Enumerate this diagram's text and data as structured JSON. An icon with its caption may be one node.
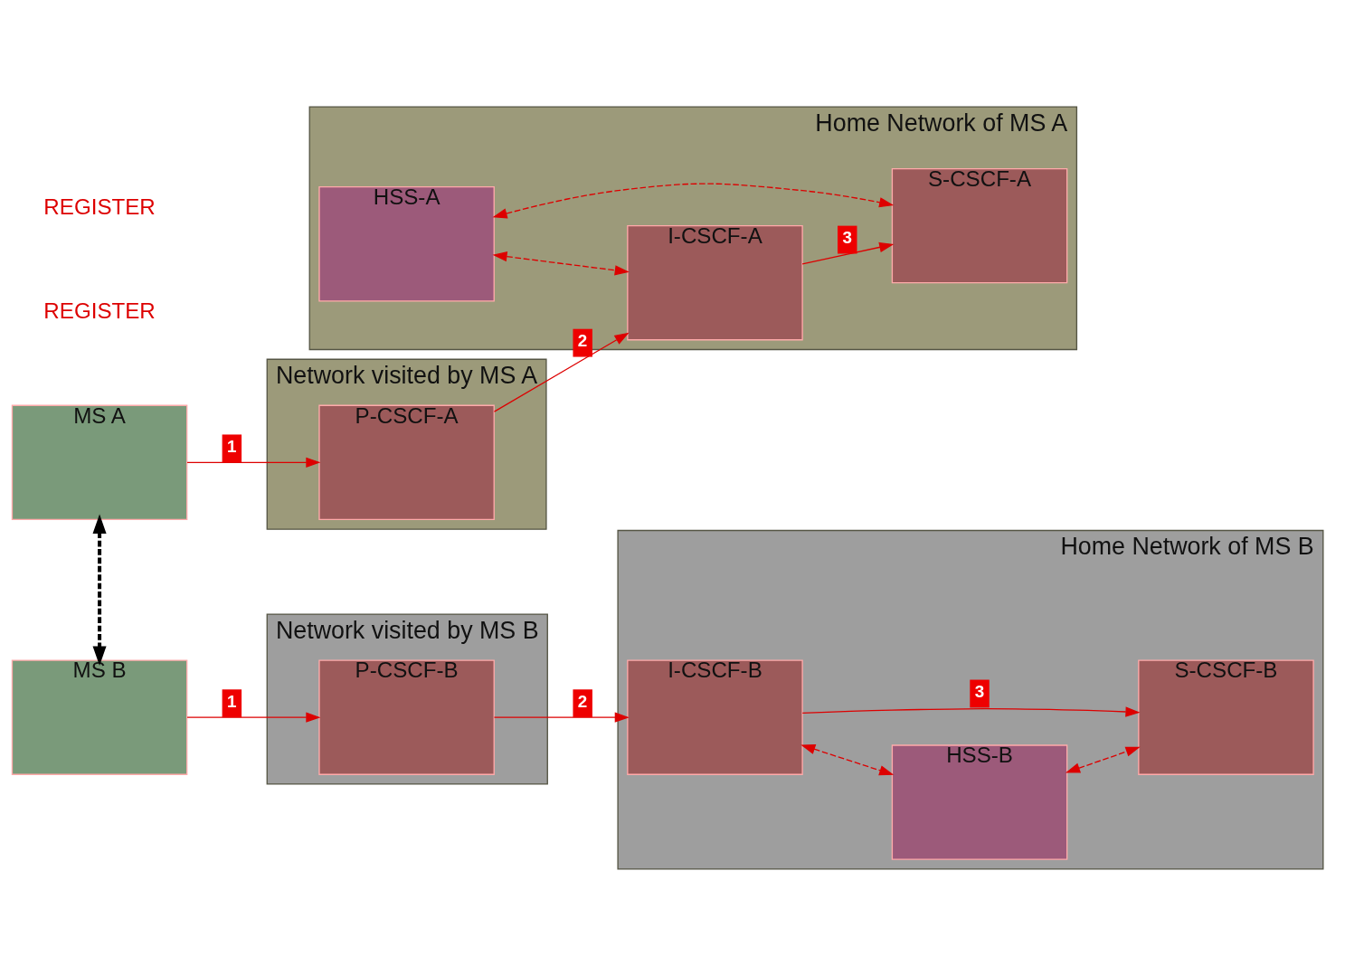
{
  "diagram": {
    "nodes": [
      {
        "text": [
          "Home Network of MS A"
        ]
      },
      {
        "text": [
          "HSS-A"
        ],
        "in": 0
      },
      {
        "text": [
          "I-CSCF-A"
        ],
        "in": 0
      },
      {
        "text": [
          "S-CSCF-A"
        ],
        "in": 0
      },
      {
        "text": [
          "Home Network of MS B"
        ]
      },
      {
        "text": [
          "I-CSCF-B"
        ],
        "in": 4
      },
      {
        "text": [
          "HSS-B"
        ],
        "in": 4
      },
      {
        "text": [
          "S-CSCF-B"
        ],
        "in": 4
      },
      {
        "text": [
          "MS A"
        ]
      },
      {
        "text": [
          "Network visited by MS A"
        ]
      },
      {
        "text": [
          "P-CSCF-A"
        ],
        "in": 9
      },
      {
        "text": [
          "Network visited by MS B"
        ]
      },
      {
        "text": [
          "P-CSCF-B"
        ],
        "in": 11
      },
      {
        "text": [
          "MS B"
        ]
      }
    ],
    "edges": [
      {
        "from": 1,
        "to": 2,
        "arrow": "both",
        "style": "dashed"
      },
      {
        "from": 1,
        "to": 3,
        "arrow": "both",
        "style": "dashed"
      },
      {
        "from": 2,
        "to": 3,
        "arrow": "to",
        "label": "3"
      },
      {
        "from": 10,
        "to": 2,
        "arrow": "to",
        "label": "2"
      },
      {
        "from": 8,
        "to": 10,
        "arrow": "to",
        "label": "1"
      },
      {
        "from": 5,
        "to": 6,
        "arrow": "both",
        "style": "dashed"
      },
      {
        "from": 6,
        "to": 7,
        "arrow": "both",
        "style": "dashed"
      },
      {
        "from": 5,
        "to": 7,
        "arrow": "to",
        "label": "3"
      },
      {
        "from": 12,
        "to": 5,
        "arrow": "to",
        "label": "2"
      },
      {
        "from": 13,
        "to": 12,
        "arrow": "to",
        "label": "1"
      },
      {
        "from": 8,
        "to": 13,
        "arrow": "both",
        "style": "dashed",
        "color": "#000000"
      }
    ],
    "labels": [
      "REGISTER",
      "REGISTER"
    ]
  }
}
